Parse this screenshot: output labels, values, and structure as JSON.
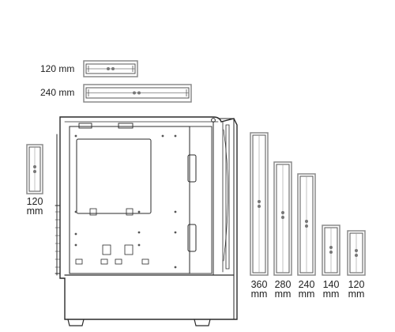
{
  "top_radiators": [
    {
      "label": "120 mm"
    },
    {
      "label": "240 mm"
    }
  ],
  "front_radiators": [
    {
      "num": "360",
      "unit": "mm"
    },
    {
      "num": "280",
      "unit": "mm"
    },
    {
      "num": "240",
      "unit": "mm"
    },
    {
      "num": "140",
      "unit": "mm"
    },
    {
      "num": "120",
      "unit": "mm"
    }
  ],
  "rear_radiator": {
    "num": "120",
    "unit": "mm"
  },
  "colors": {
    "line": "#2a2a2a",
    "radiator": "#555555",
    "frame": "#8a8a8a"
  }
}
